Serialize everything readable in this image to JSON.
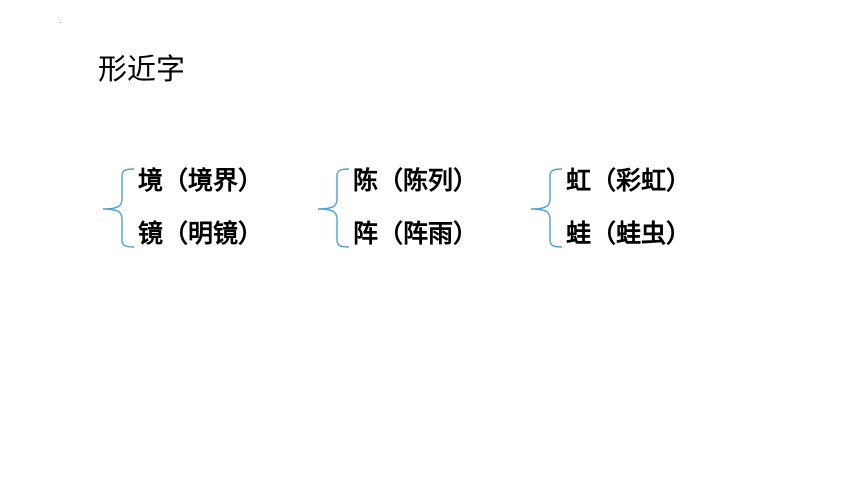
{
  "slide": {
    "title": "形近字",
    "groups": [
      {
        "items": [
          {
            "text": "境（境界）"
          },
          {
            "text": "镜（明镜）"
          }
        ]
      },
      {
        "items": [
          {
            "text": "陈（陈列）"
          },
          {
            "text": "阵（阵雨）"
          }
        ]
      },
      {
        "items": [
          {
            "text": "虹（彩虹）"
          },
          {
            "text": "蛙（蛙虫）"
          }
        ]
      }
    ]
  },
  "colors": {
    "brace": "#4f9fd8",
    "text": "#000000",
    "background": "#ffffff"
  }
}
